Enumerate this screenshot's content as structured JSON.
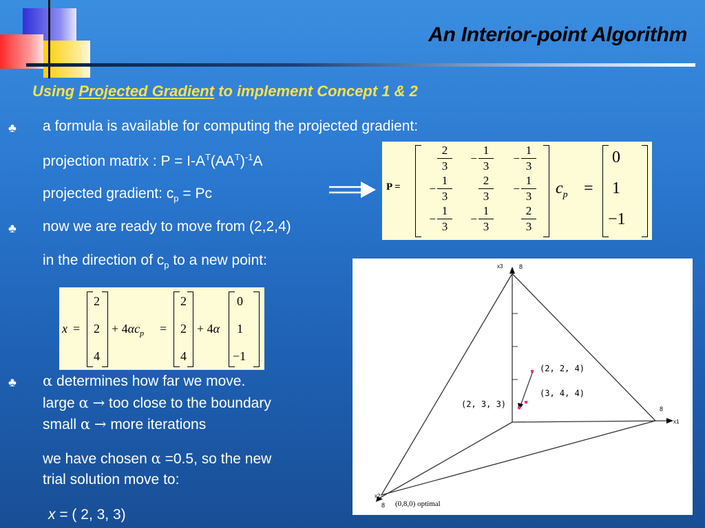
{
  "title": "An Interior-point Algorithm",
  "subtitle": {
    "prefix": "Using ",
    "underlined": "Projected Gradient",
    "suffix": " to implement Concept 1 & 2"
  },
  "bullet_symbol": "♣",
  "lines": {
    "l1": "a formula  is available for computing the projected gradient:",
    "l2_a": "projection matrix : P = I-A",
    "l2_sup1": "T",
    "l2_b": "(AA",
    "l2_sup2": "T",
    "l2_c": ")",
    "l2_sup3": "-1",
    "l2_d": "A",
    "l3_a": "projected gradient:  c",
    "l3_sub": "p",
    "l3_b": " = Pc",
    "l4": "now we are ready to move from (2,2,4)",
    "l5_a": "in the direction of c",
    "l5_sub": "p",
    "l5_b": " to a new point:",
    "l6": " determines how far we move.",
    "l7_a": "large ",
    "l7_b": "  too close to the boundary",
    "l8_a": "small ",
    "l8_b": " more iterations",
    "l9_a": "we have chosen ",
    "l9_b": " =0.5, so the new",
    "l10": "trial solution move to:",
    "l11_x": "x",
    "l11_b": " = ( 2, 3, 3)"
  },
  "symbols": {
    "alpha": "α",
    "arrow": "→"
  },
  "matrix_P": {
    "label": "P =",
    "rows": [
      [
        {
          "sign": "",
          "num": "2",
          "den": "3"
        },
        {
          "sign": "−",
          "num": "1",
          "den": "3"
        },
        {
          "sign": "−",
          "num": "1",
          "den": "3"
        }
      ],
      [
        {
          "sign": "−",
          "num": "1",
          "den": "3"
        },
        {
          "sign": "",
          "num": "2",
          "den": "3"
        },
        {
          "sign": "−",
          "num": "1",
          "den": "3"
        }
      ],
      [
        {
          "sign": "−",
          "num": "1",
          "den": "3"
        },
        {
          "sign": "−",
          "num": "1",
          "den": "3"
        },
        {
          "sign": "",
          "num": "2",
          "den": "3"
        }
      ]
    ]
  },
  "vector_cp": {
    "label_c": "c",
    "label_p": "p",
    "eq": "=",
    "values": [
      "0",
      "1",
      "−1"
    ]
  },
  "equation_x": {
    "x": "x",
    "eq": "=",
    "v1": [
      "2",
      "2",
      "4"
    ],
    "plus1": "+ 4",
    "alpha": "α",
    "c": "c",
    "p": "p",
    "eq2": "=",
    "v2": [
      "2",
      "2",
      "4"
    ],
    "plus2": "+ 4",
    "alpha2": "α",
    "v3": [
      "0",
      "1",
      "−1"
    ]
  },
  "figure": {
    "axis_x3": "x3",
    "axis_x1": "x1",
    "axis_x2": "x2",
    "label_top_8": "8",
    "label_right_8": "8",
    "label_bottom_8": "8",
    "pt_224": "(2, 2, 4)",
    "pt_344": "(3, 4, 4)",
    "pt_233": "(2, 3, 3)",
    "optimal": "(0,8,0) optimal",
    "marker_color": "#ff2a8c"
  }
}
